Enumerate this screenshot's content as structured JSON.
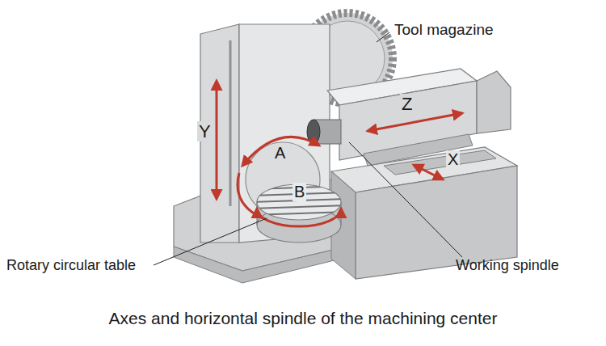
{
  "diagram": {
    "caption": "Axes and horizontal spindle of the machining center",
    "labels": [
      "Tool magazine",
      "Z",
      "Y",
      "A",
      "B",
      "X",
      "Rotary circular table",
      "Working spindle"
    ]
  }
}
